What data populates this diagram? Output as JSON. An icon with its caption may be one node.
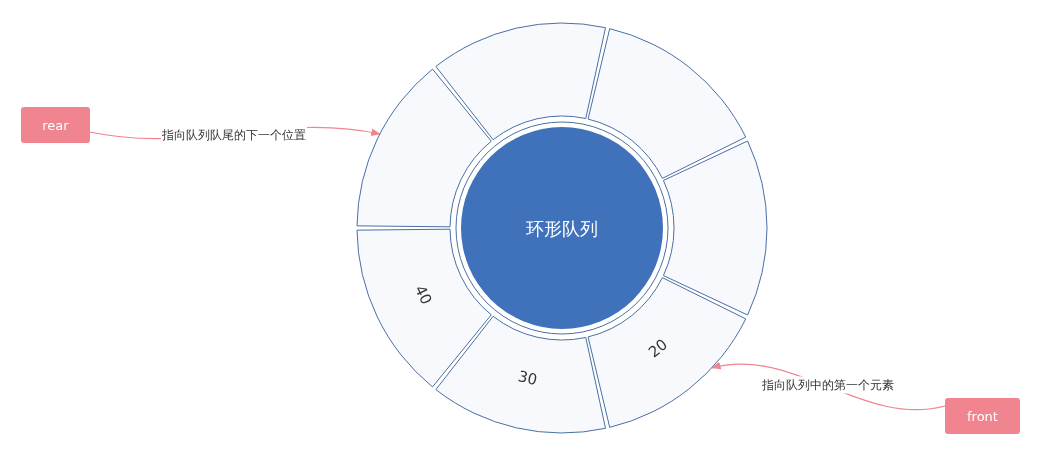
{
  "diagram": {
    "nodes": [
      {
        "text": [
          "rear"
        ]
      },
      {
        "text": [],
        "shape": "segment"
      },
      {
        "text": [],
        "shape": "segment"
      },
      {
        "text": [],
        "shape": "segment"
      },
      {
        "text": [],
        "shape": "segment"
      },
      {
        "text": [
          "环形队列"
        ]
      },
      {
        "text": [
          "20"
        ]
      },
      {
        "text": [
          "30"
        ]
      },
      {
        "text": [
          "40"
        ]
      },
      {
        "text": [
          "front"
        ]
      }
    ],
    "edges": [
      {
        "from": 0,
        "to": 1,
        "arrow": "to",
        "label": "指向队列队尾的下一个位置"
      },
      {
        "from": 9,
        "to": 6,
        "arrow": "to",
        "label": "指向队列中的第一个元素"
      }
    ]
  }
}
